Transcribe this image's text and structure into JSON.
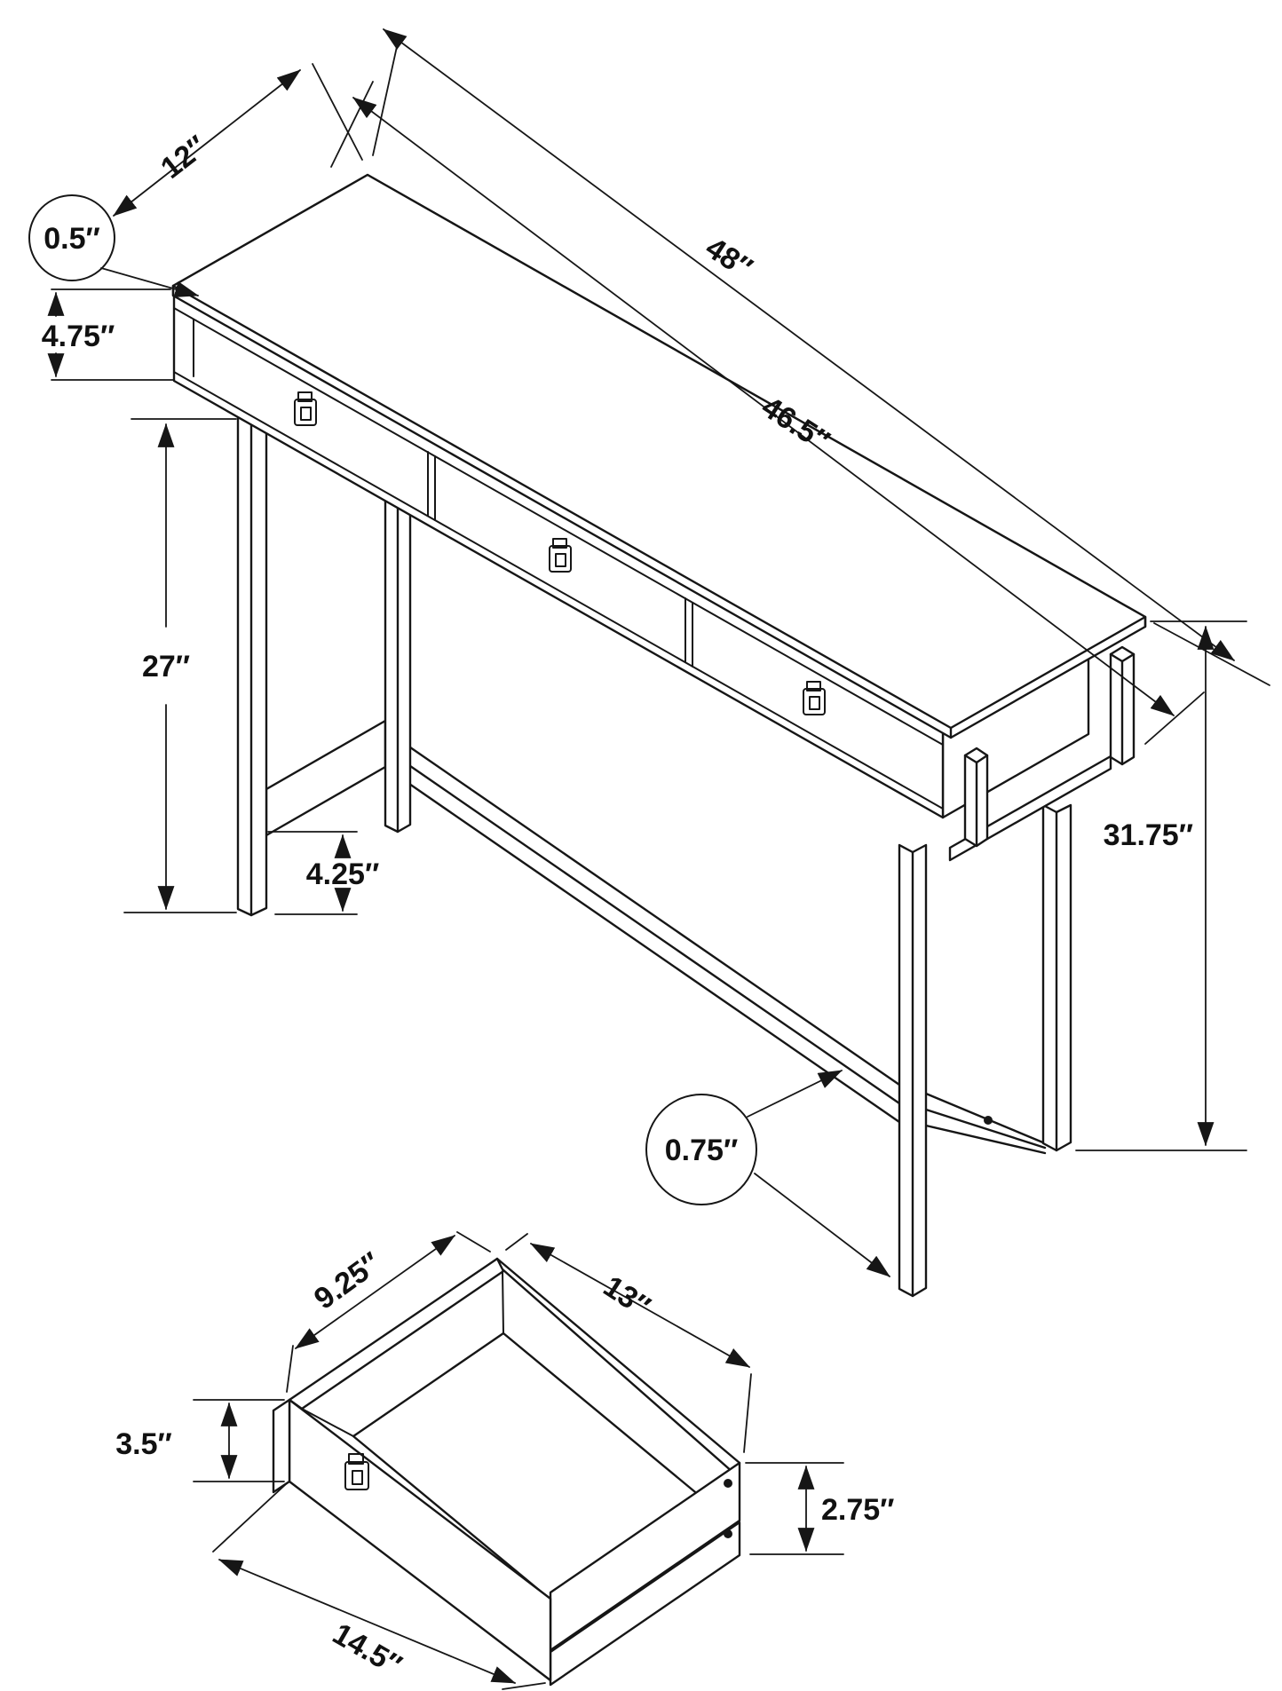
{
  "diagram": {
    "type": "furniture-dimension-line-drawing",
    "views": [
      "console-table-isometric",
      "drawer-detail-isometric"
    ],
    "units": "inches",
    "dims": {
      "side_12": "12″",
      "total_48": "48″",
      "top_46_5": "46.5″",
      "thick_0_5": "0.5″",
      "apron_4_75": "4.75″",
      "clear_27": "27″",
      "bar_4_25": "4.25″",
      "height_31_75": "31.75″",
      "tube_0_75": "0.75″",
      "drawer_9_25": "9.25″",
      "drawer_13": "13″",
      "drawer_3_5": "3.5″",
      "drawer_2_75": "2.75″",
      "drawer_14_5": "14.5″"
    }
  }
}
